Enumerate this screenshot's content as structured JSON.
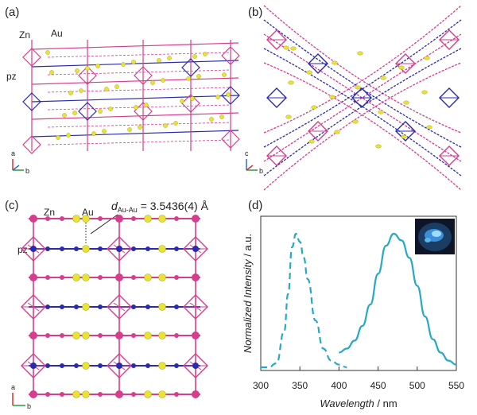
{
  "panels": {
    "a": {
      "label": "(a)",
      "species": {
        "zn": "Zn",
        "au": "Au",
        "pz": "pz"
      },
      "axes": {
        "vertical": "a",
        "horizontal": "b"
      }
    },
    "b": {
      "label": "(b)",
      "axes": {
        "vertical": "c",
        "horizontal": "b"
      }
    },
    "c": {
      "label": "(c)",
      "species": {
        "zn": "Zn",
        "au": "Au",
        "pz": "pz"
      },
      "distance": {
        "symbol": "d",
        "subscript": "Au-Au",
        "value": " = 3.5436(4) Å"
      },
      "axes": {
        "vertical": "a",
        "horizontal": "b"
      }
    },
    "d": {
      "label": "(d)"
    }
  },
  "colors": {
    "zn_pink": "#d63d8c",
    "au_yellow": "#e9e332",
    "pz_blue": "#2a2ab0",
    "curve_cyan": "#27a8c6",
    "axis_red": "#d83030",
    "axis_green": "#2e9a3a",
    "axis_blue": "#2c6fc9"
  },
  "chart_data": {
    "type": "line",
    "xlabel_italic": "Wavelength",
    "xlabel_unit": " / nm",
    "ylabel_italic": "Normalized Intensity",
    "ylabel_unit": " / a.u.",
    "xlim": [
      300,
      550
    ],
    "ylim": [
      0,
      1
    ],
    "xticks": [
      300,
      350,
      400,
      450,
      500,
      550
    ],
    "grid": false,
    "series": [
      {
        "style": "dashed",
        "x": [
          300,
          310,
          320,
          330,
          335,
          340,
          345,
          350,
          355,
          360,
          370,
          380,
          390,
          400,
          410
        ],
        "y": [
          0.0,
          0.0,
          0.03,
          0.27,
          0.55,
          0.9,
          1.0,
          0.94,
          0.82,
          0.66,
          0.35,
          0.14,
          0.05,
          0.02,
          0.0
        ]
      },
      {
        "style": "solid",
        "x": [
          400,
          410,
          420,
          430,
          440,
          450,
          460,
          470,
          480,
          490,
          500,
          510,
          520,
          530,
          540,
          550
        ],
        "y": [
          0.11,
          0.14,
          0.2,
          0.31,
          0.47,
          0.7,
          0.91,
          1.0,
          0.95,
          0.82,
          0.61,
          0.38,
          0.21,
          0.11,
          0.05,
          0.02
        ]
      }
    ]
  }
}
